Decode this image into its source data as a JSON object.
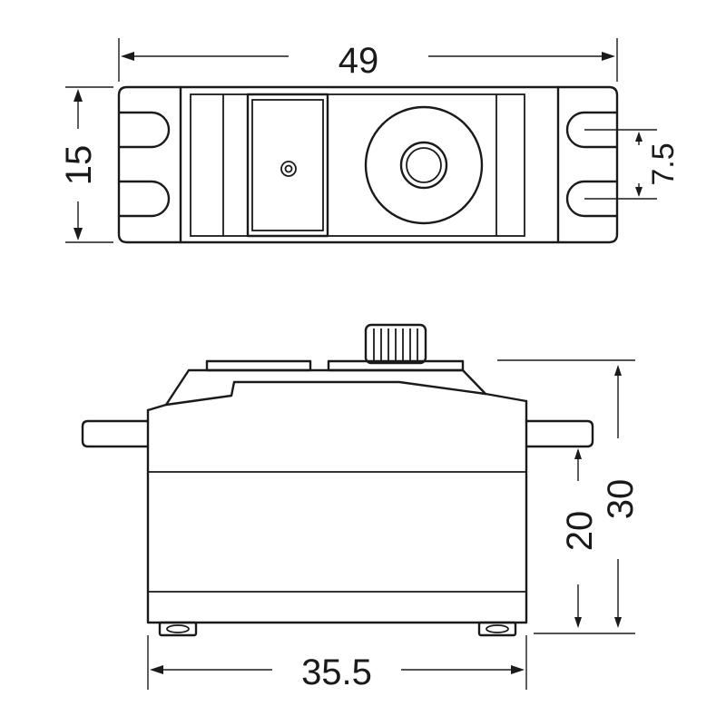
{
  "dimensions": {
    "top_width": "49",
    "top_height": "15",
    "hole_spacing": "7.5",
    "side_height_body": "20",
    "side_height_total": "30",
    "side_width": "35.5"
  }
}
